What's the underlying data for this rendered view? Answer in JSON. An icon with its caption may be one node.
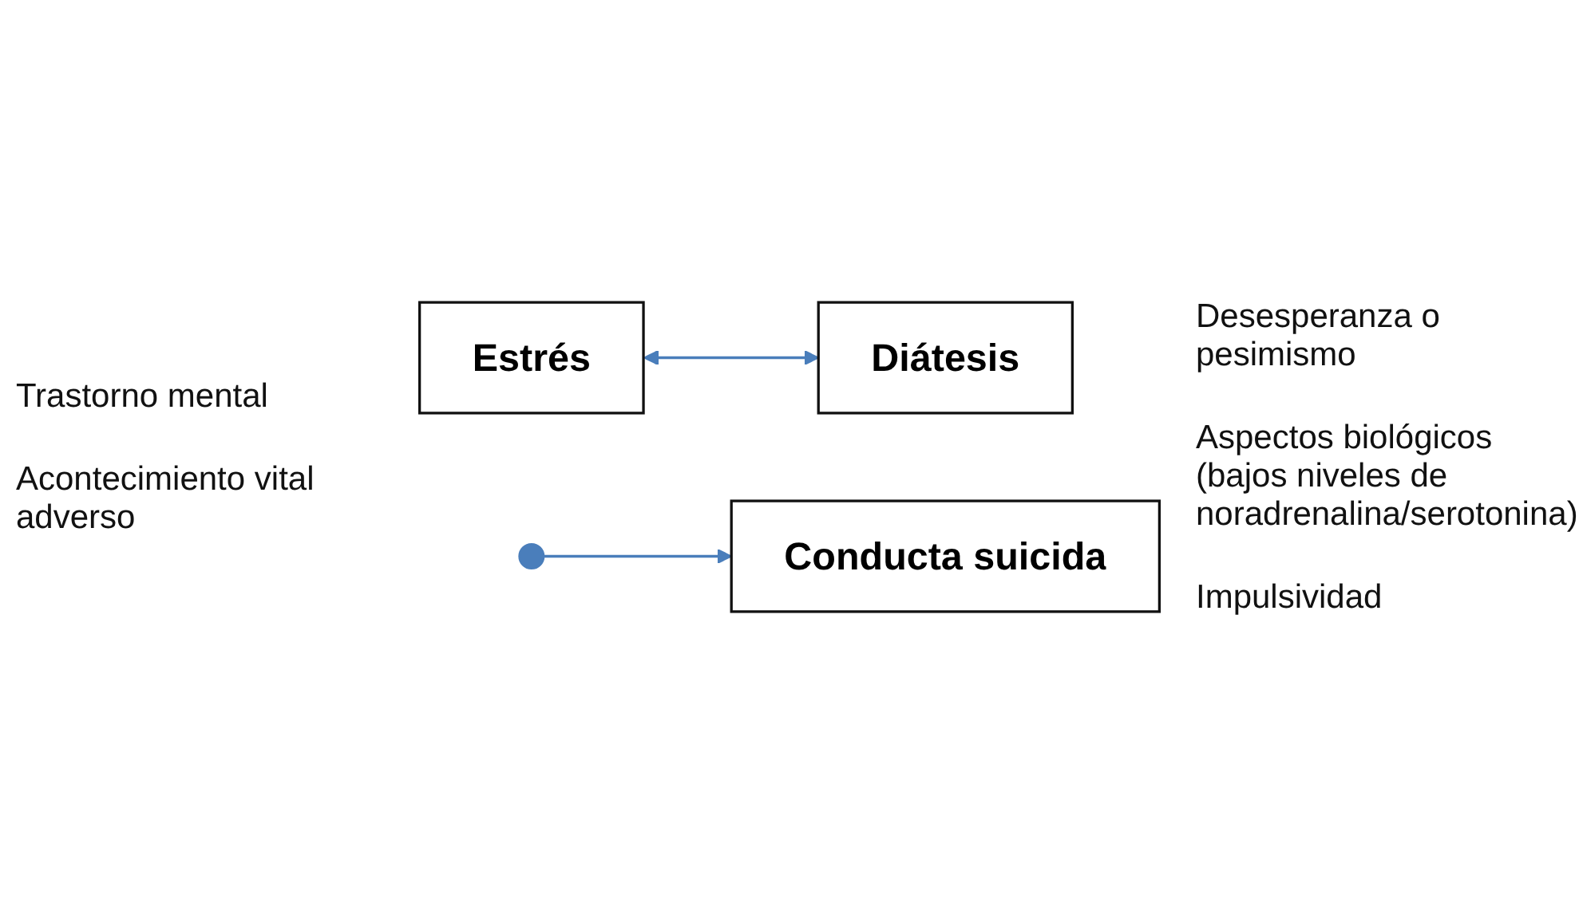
{
  "diagram": {
    "nodes": [
      {
        "text": [
          "Estrés"
        ]
      },
      {
        "text": [
          "Diátesis"
        ]
      },
      {
        "text": [
          "Conducta suicida"
        ]
      }
    ],
    "edges": [
      {
        "from": 0,
        "to": 1,
        "arrow": "both"
      },
      {
        "from": null,
        "to": 2,
        "arrow": "to"
      }
    ],
    "labels": [
      "Trastorno mental",
      "Desesperanza o pesimismo",
      "Acontecimiento vital adverso",
      "Aspectos biológicos (bajos niveles de noradrenalina/serotonina)",
      "Impulsividad"
    ]
  }
}
